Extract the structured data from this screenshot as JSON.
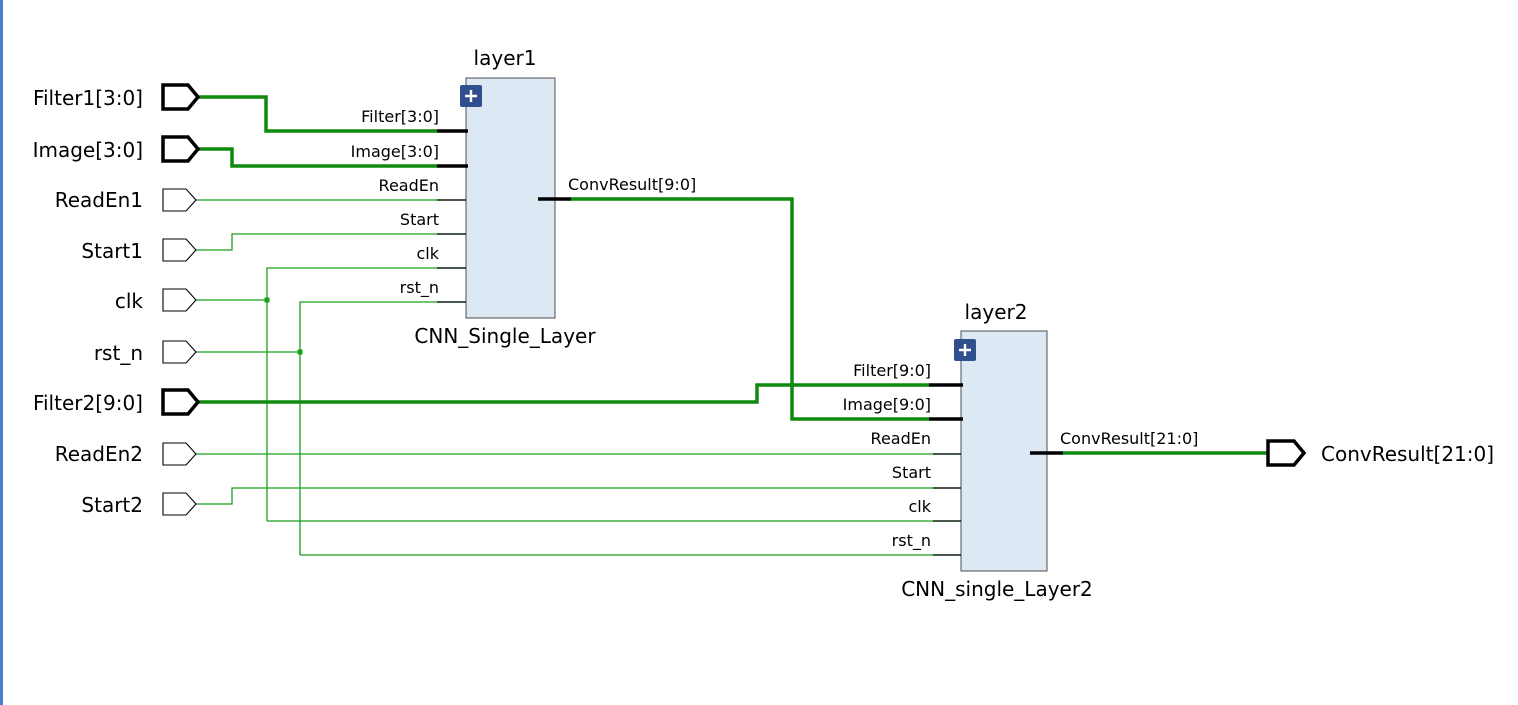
{
  "colors": {
    "wire": "#1aa01a",
    "bus": "#0f8a0f",
    "block_fill": "#dde8f5",
    "block_border": "#4c4c4c",
    "expand_button": "#2f4f8f",
    "left_border": "#4a7fd0"
  },
  "input_ports": [
    {
      "name": "Filter1[3:0]",
      "bus": true
    },
    {
      "name": "Image[3:0]",
      "bus": true
    },
    {
      "name": "ReadEn1",
      "bus": false
    },
    {
      "name": "Start1",
      "bus": false
    },
    {
      "name": "clk",
      "bus": false
    },
    {
      "name": "rst_n",
      "bus": false
    },
    {
      "name": "Filter2[9:0]",
      "bus": true
    },
    {
      "name": "ReadEn2",
      "bus": false
    },
    {
      "name": "Start2",
      "bus": false
    }
  ],
  "output_ports": [
    {
      "name": "ConvResult[21:0]",
      "bus": true
    }
  ],
  "blocks": [
    {
      "instance": "layer1",
      "cell": "CNN_Single_Layer",
      "expand_icon": "plus-icon",
      "inputs": [
        "Filter[3:0]",
        "Image[3:0]",
        "ReadEn",
        "Start",
        "clk",
        "rst_n"
      ],
      "output": "ConvResult[9:0]"
    },
    {
      "instance": "layer2",
      "cell": "CNN_single_Layer2",
      "expand_icon": "plus-icon",
      "inputs": [
        "Filter[9:0]",
        "Image[9:0]",
        "ReadEn",
        "Start",
        "clk",
        "rst_n"
      ],
      "output": "ConvResult[21:0]"
    }
  ]
}
